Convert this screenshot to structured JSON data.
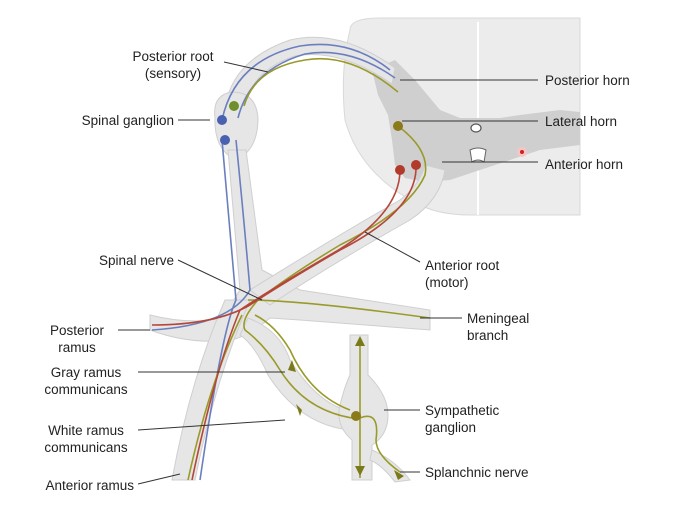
{
  "labels": {
    "posterior_root": "Posterior root",
    "posterior_root_sub": "(sensory)",
    "spinal_ganglion": "Spinal ganglion",
    "spinal_nerve": "Spinal nerve",
    "posterior_ramus_1": "Posterior",
    "posterior_ramus_2": "ramus",
    "gray_ramus_1": "Gray ramus",
    "gray_ramus_2": "communicans",
    "white_ramus_1": "White ramus",
    "white_ramus_2": "communicans",
    "anterior_ramus": "Anterior ramus",
    "posterior_horn": "Posterior horn",
    "lateral_horn": "Lateral horn",
    "anterior_horn": "Anterior horn",
    "anterior_root": "Anterior root",
    "anterior_root_sub": "(motor)",
    "meningeal_1": "Meningeal",
    "meningeal_2": "branch",
    "sympathetic_1": "Sympathetic",
    "sympathetic_2": "ganglion",
    "splanchnic": "Splanchnic nerve"
  },
  "colors": {
    "sensory_fiber": "#6b7fbf",
    "motor_fiber": "#b5473a",
    "autonomic_fiber": "#9a9a2a",
    "nerve_sheath": "#e6e6e6",
    "gray_matter": "#cfcfcf",
    "white_matter": "#ececec",
    "neuron_green": "#6f8f2a",
    "neuron_blue": "#4a60b0",
    "neuron_red": "#b23a2a",
    "neuron_olive": "#8a7a1a"
  }
}
